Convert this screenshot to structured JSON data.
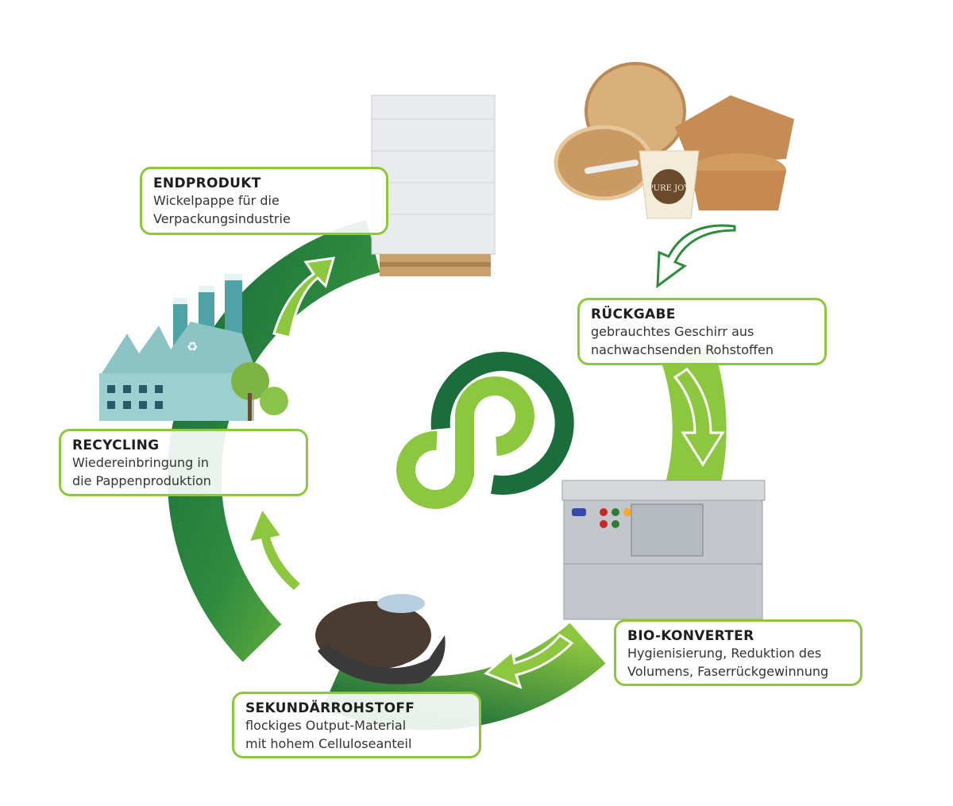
{
  "colors": {
    "dark_green": "#1b6e3c",
    "light_green": "#8dc63f",
    "box_border": "#8dc63f"
  },
  "steps": [
    {
      "title": "ENDPRODUKT",
      "lines": [
        "Wickelpappe für die",
        "Verpackungsindustrie"
      ]
    },
    {
      "title": "RÜCKGABE",
      "lines": [
        "gebrauchtes Geschirr aus",
        "nachwachsenden Rohstoffen"
      ]
    },
    {
      "title": "BIO-KONVERTER",
      "lines": [
        "Hygienisierung, Reduktion des",
        "Volumens, Faserrückgewinnung"
      ]
    },
    {
      "title": "SEKUNDÄRROHSTOFF",
      "lines": [
        "flockiges Output-Material",
        "mit hohem Celluloseanteil"
      ]
    },
    {
      "title": "RECYCLING",
      "lines": [
        "Wiedereinbringung in",
        "die Pappenproduktion"
      ]
    }
  ],
  "cup_logo_text": "PURE JOY"
}
